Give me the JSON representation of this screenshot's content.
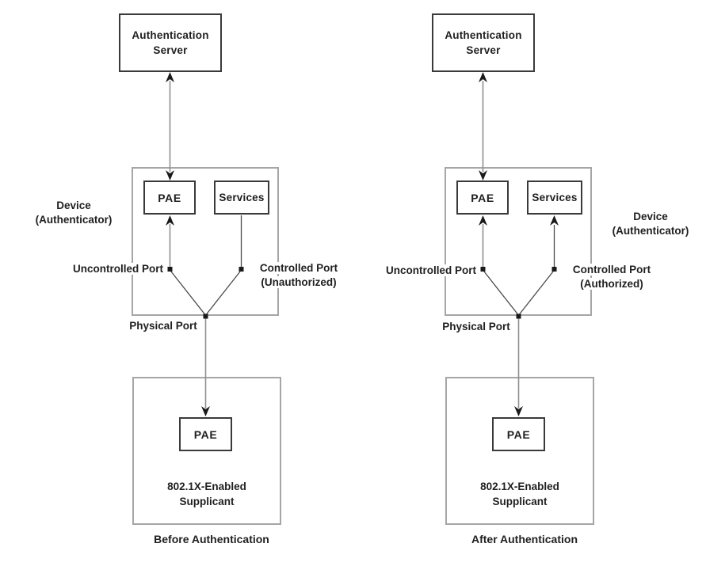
{
  "figure": {
    "topic": "802.1X port authentication states"
  },
  "colors": {
    "background": "#ffffff",
    "container_border_gray": "#a6a6a6",
    "component_border_dark": "#3a3a3a",
    "connector_gray": "#8f8f8f",
    "connector_dark": "#4a4a4a",
    "marker_black": "#1a1a1a",
    "text_ink": "#1f1f1f"
  },
  "diagrams": [
    {
      "auth_server_line1": "Authentication",
      "auth_server_line2": "Server",
      "device_line1": "Device",
      "device_line2": "(Authenticator)",
      "pae": "PAE",
      "services": "Services",
      "uncontrolled_port": "Uncontrolled Port",
      "controlled_port_line1": "Controlled Port",
      "controlled_port_line2": "(Unauthorized)",
      "physical_port": "Physical Port",
      "supplicant_pae": "PAE",
      "supplicant_line1": "802.1X-Enabled",
      "supplicant_line2": "Supplicant",
      "caption": "Before Authentication"
    },
    {
      "auth_server_line1": "Authentication",
      "auth_server_line2": "Server",
      "device_line1": "Device",
      "device_line2": "(Authenticator)",
      "pae": "PAE",
      "services": "Services",
      "uncontrolled_port": "Uncontrolled Port",
      "controlled_port_line1": "Controlled Port",
      "controlled_port_line2": "(Authorized)",
      "physical_port": "Physical Port",
      "supplicant_pae": "PAE",
      "supplicant_line1": "802.1X-Enabled",
      "supplicant_line2": "Supplicant",
      "caption": "After Authentication"
    }
  ]
}
